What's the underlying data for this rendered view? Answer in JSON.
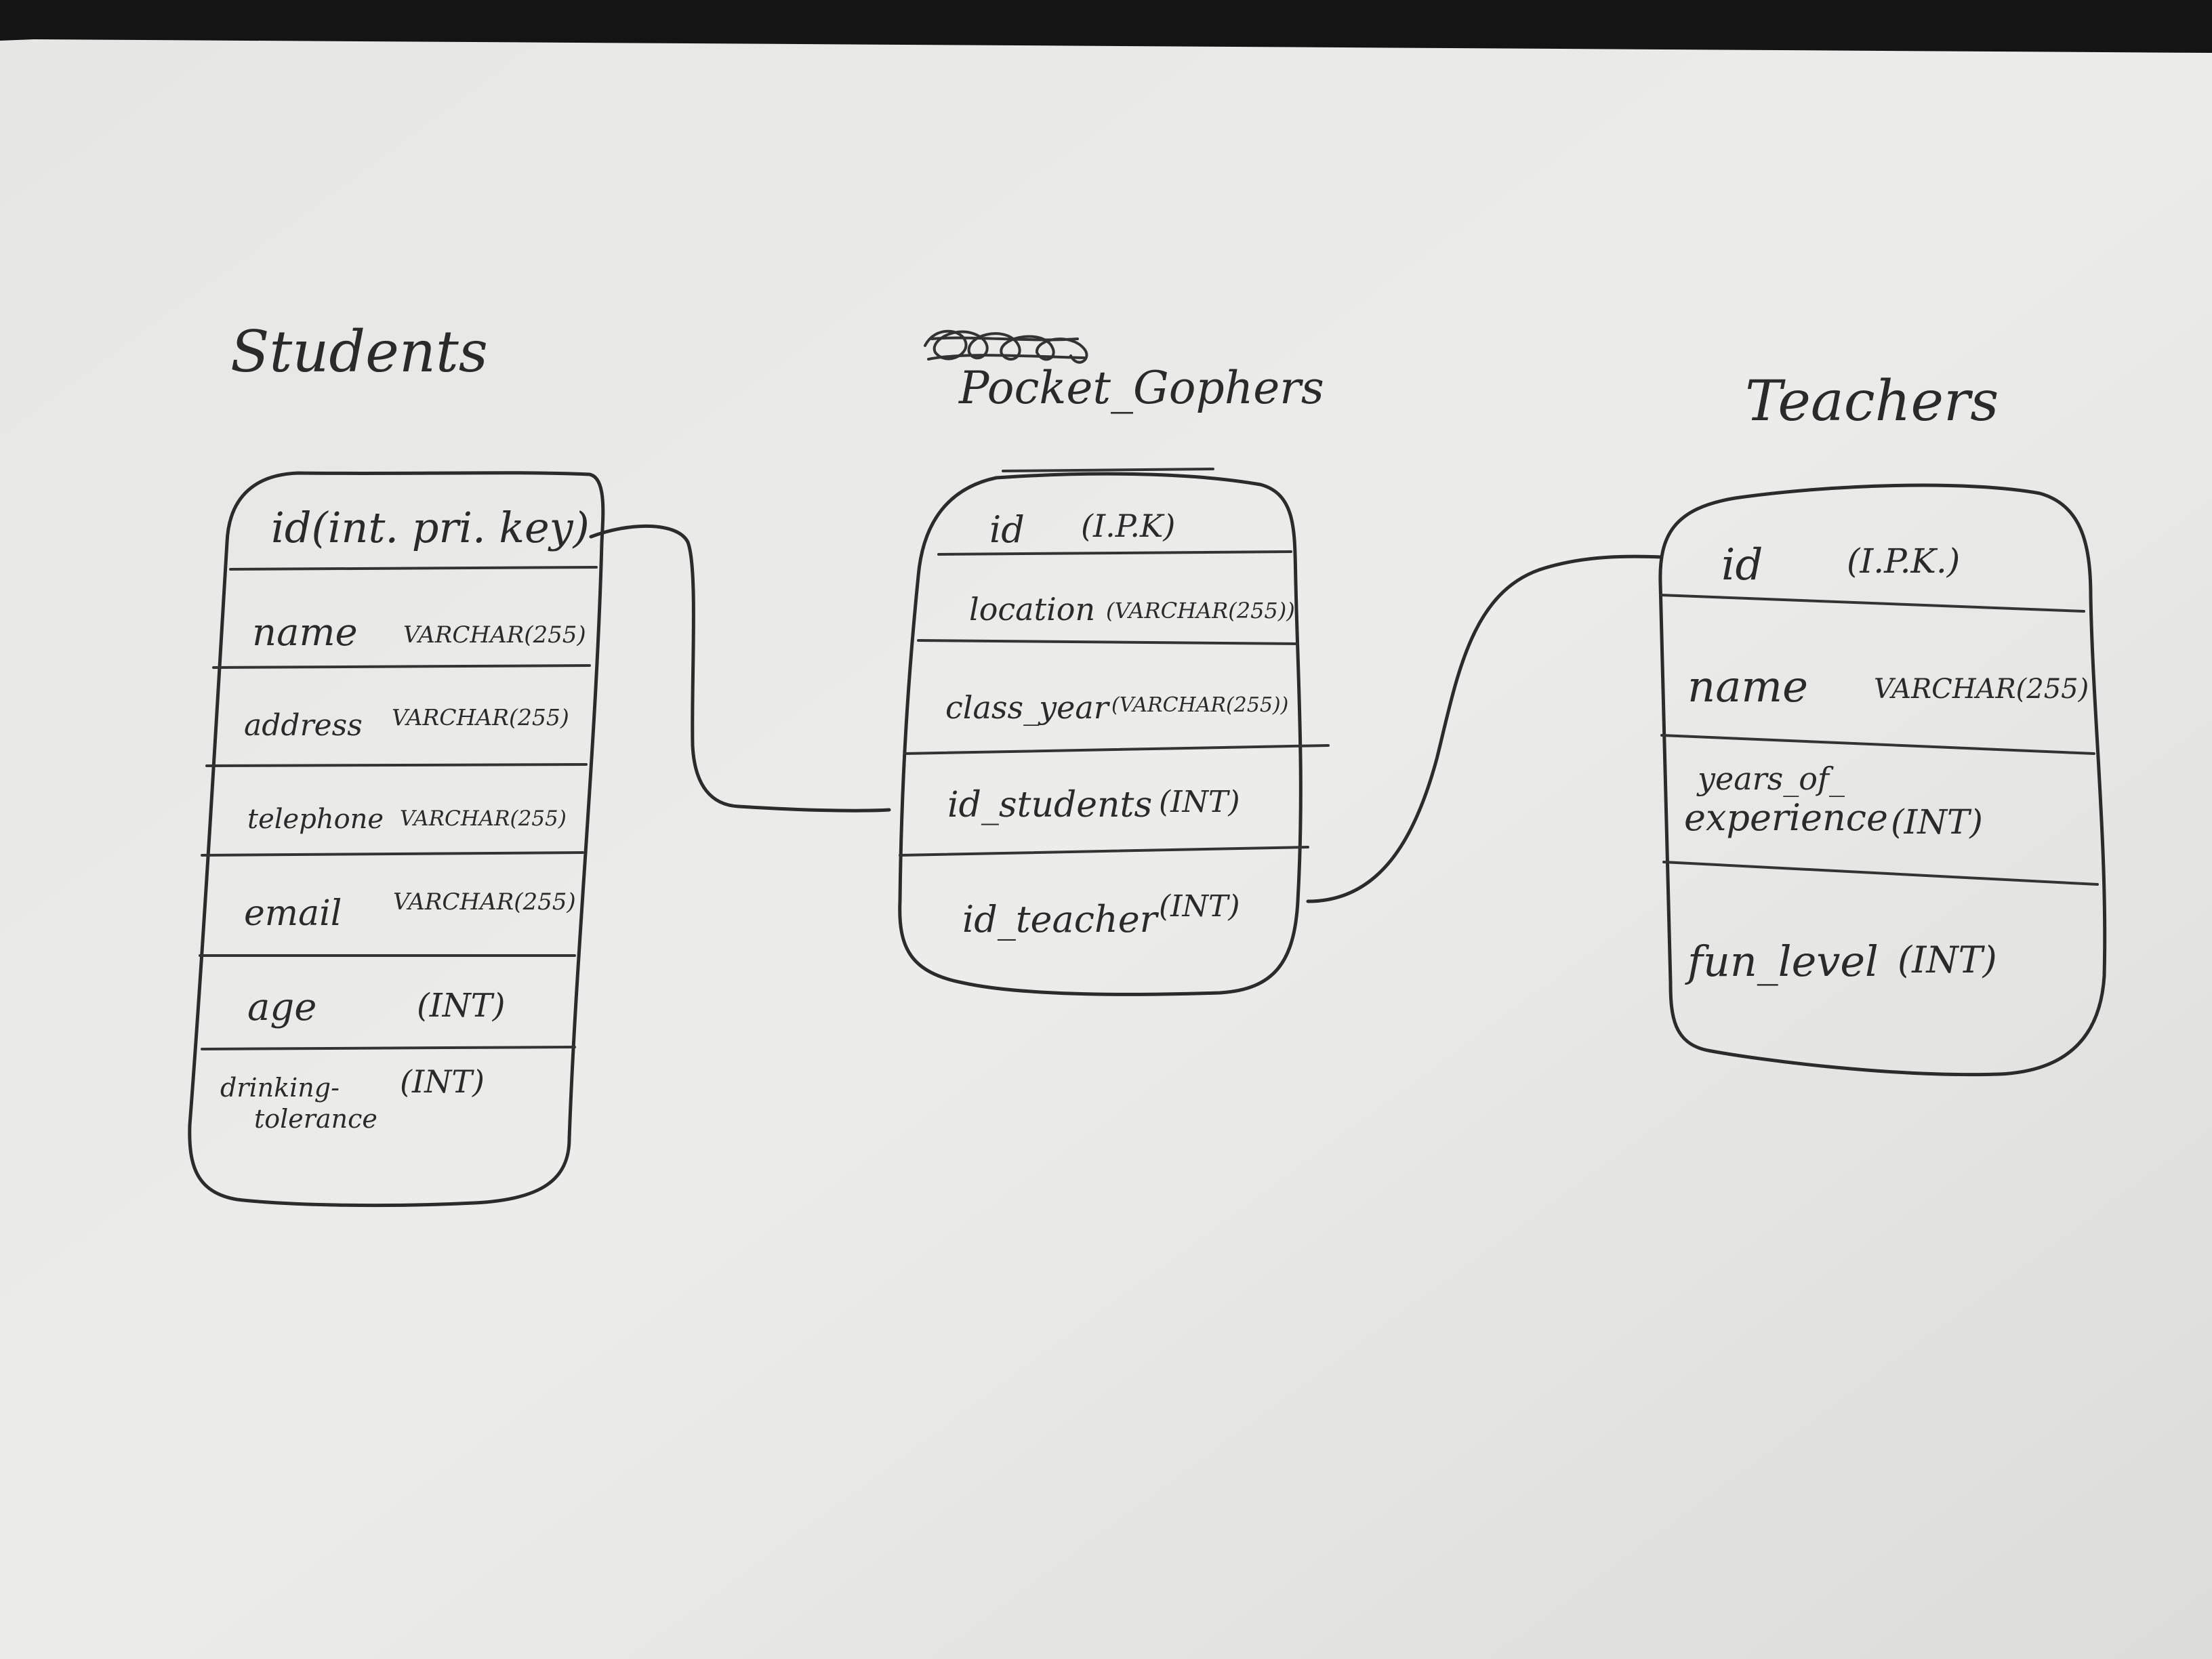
{
  "tables": {
    "students": {
      "title": "Students",
      "fields": [
        {
          "name": "id(int. pri. key)",
          "type": ""
        },
        {
          "name": "name",
          "type": "VARCHAR(255)"
        },
        {
          "name": "address",
          "type": "VARCHAR(255)"
        },
        {
          "name": "telephone",
          "type": "VARCHAR(255)"
        },
        {
          "name": "email",
          "type": "VARCHAR(255)"
        },
        {
          "name": "age",
          "type": "(INT)"
        },
        {
          "name": "drinking-",
          "name2": "tolerance",
          "type": "(INT)"
        }
      ]
    },
    "pocket_gophers": {
      "title": "Pocket_Gophers",
      "fields": [
        {
          "name": "id",
          "type": "(I.P.K)"
        },
        {
          "name": "location",
          "type": "(VARCHAR(255))"
        },
        {
          "name": "class_year",
          "type": "(VARCHAR(255))"
        },
        {
          "name": "id_students",
          "type": "(INT)"
        },
        {
          "name": "id_teacher",
          "type": "(INT)"
        }
      ]
    },
    "teachers": {
      "title": "Teachers",
      "fields": [
        {
          "name": "id",
          "type": "(I.P.K.)"
        },
        {
          "name": "name",
          "type": "VARCHAR(255)"
        },
        {
          "name": "years_of_",
          "name2": "experience",
          "type": "(INT)"
        },
        {
          "name": "fun_level",
          "type": "(INT)"
        }
      ]
    }
  },
  "relationships": [
    {
      "from": "Students.id",
      "to": "Pocket_Gophers.id_students"
    },
    {
      "from": "Pocket_Gophers.id_teacher",
      "to": "Teachers.id"
    }
  ],
  "colors": {
    "paper": "#e9e9e7",
    "ink": "#2b2b2b",
    "background": "#141414"
  }
}
